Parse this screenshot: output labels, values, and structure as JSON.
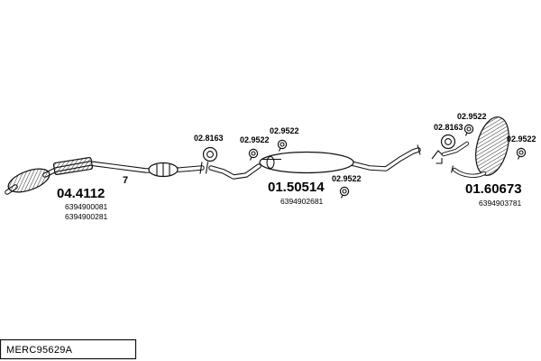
{
  "title_box": {
    "code": "MERC95629A"
  },
  "assemblies": [
    {
      "id": "front-catalytic-section",
      "part_number": "04.4112",
      "refs": [
        "6394900081",
        "6394900281"
      ]
    },
    {
      "id": "middle-silencer",
      "part_number": "01.50514",
      "refs": [
        "6394902681"
      ]
    },
    {
      "id": "rear-silencer",
      "part_number": "01.60673",
      "refs": [
        "6394903781"
      ]
    }
  ],
  "callouts": [
    {
      "label": "7"
    }
  ],
  "hangers": [
    {
      "label": "02.8163",
      "icon": "gasket-ring-icon"
    },
    {
      "label": "02.9522",
      "icon": "rubber-hanger-icon"
    },
    {
      "label": "02.9522",
      "icon": "rubber-hanger-icon"
    },
    {
      "label": "02.9522",
      "icon": "rubber-hanger-icon"
    },
    {
      "label": "02.9522",
      "icon": "rubber-hanger-icon"
    },
    {
      "label": "02.8163",
      "icon": "gasket-ring-icon"
    },
    {
      "label": "02.9522",
      "icon": "rubber-hanger-icon"
    }
  ],
  "colors": {
    "line": "#111111",
    "background": "#ffffff"
  }
}
